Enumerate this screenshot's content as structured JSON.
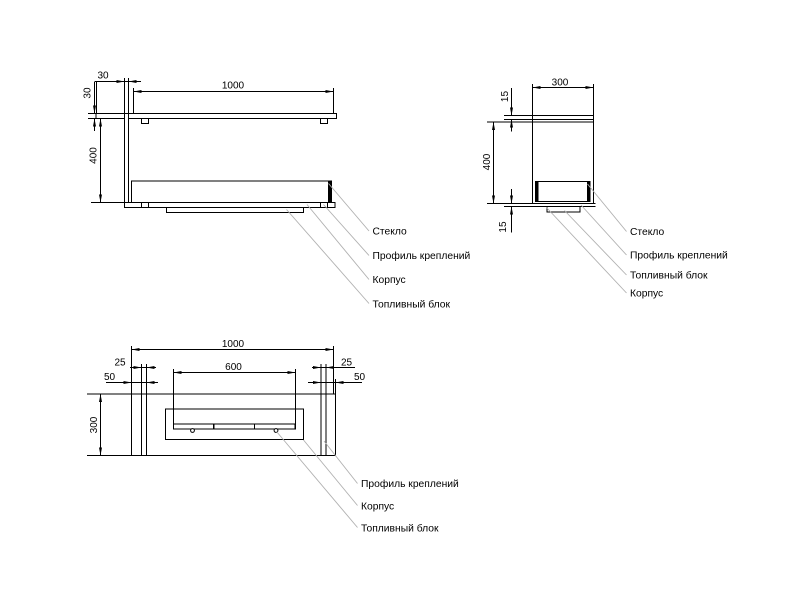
{
  "colors": {
    "line": "#000000",
    "leader": "#b0b0b0",
    "background": "#ffffff"
  },
  "front_view": {
    "dim_wall_thickness": "30",
    "dim_shelf_thickness": "30",
    "dim_height": "400",
    "dim_width": "1000",
    "callouts": {
      "glass": "Стекло",
      "profile": "Профиль креплений",
      "body": "Корпус",
      "fuel": "Топливный блок"
    }
  },
  "side_view": {
    "dim_depth": "300",
    "dim_glass_top": "15",
    "dim_height": "400",
    "dim_bottom": "15",
    "callouts": {
      "glass": "Стекло",
      "profile": "Профиль креплений",
      "fuel": "Топливный блок",
      "body": "Корпус"
    }
  },
  "top_view": {
    "dim_width": "1000",
    "dim_burner_width": "600",
    "dim_profile_offset_left": "25",
    "dim_profile_width_left": "50",
    "dim_profile_offset_right": "25",
    "dim_profile_width_right": "50",
    "dim_depth": "300",
    "callouts": {
      "profile": "Профиль креплений",
      "body": "Корпус",
      "fuel": "Топливный блок"
    }
  }
}
